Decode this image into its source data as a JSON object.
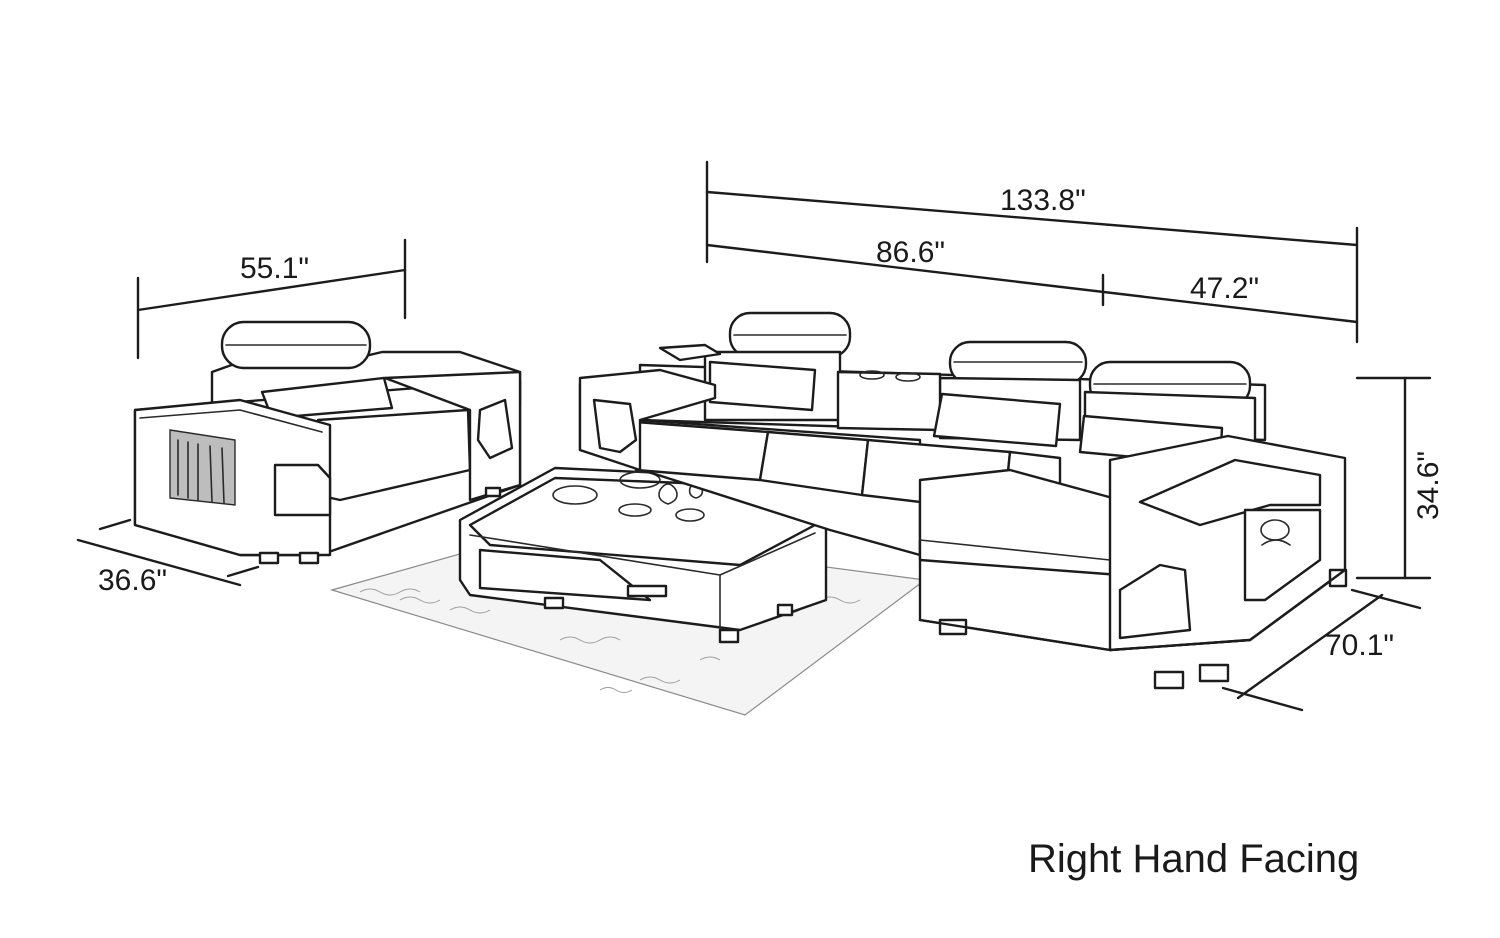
{
  "dimensions": {
    "chair_width": "55.1\"",
    "chair_depth": "36.6\"",
    "sofa_total_width": "133.8\"",
    "sofa_main_width": "86.6\"",
    "chaise_width": "47.2\"",
    "height": "34.6\"",
    "chaise_depth": "70.1\""
  },
  "caption": "Right Hand Facing"
}
